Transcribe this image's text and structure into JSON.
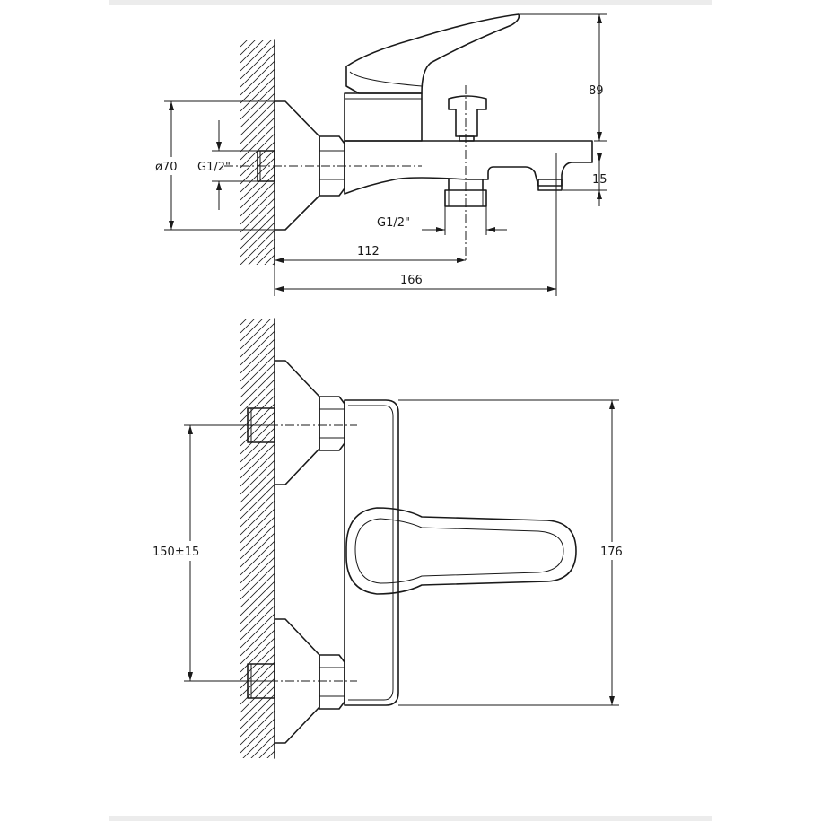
{
  "drawing": {
    "side_view": {
      "labels": {
        "height_top": "89",
        "height_spout": "15",
        "diameter": "ø70",
        "thread_inlet": "G1/2\"",
        "thread_outlet": "G1/2\"",
        "length_outlet": "112",
        "length_total": "166"
      }
    },
    "front_view": {
      "labels": {
        "center_distance": "150±15",
        "height_total": "176"
      }
    }
  }
}
